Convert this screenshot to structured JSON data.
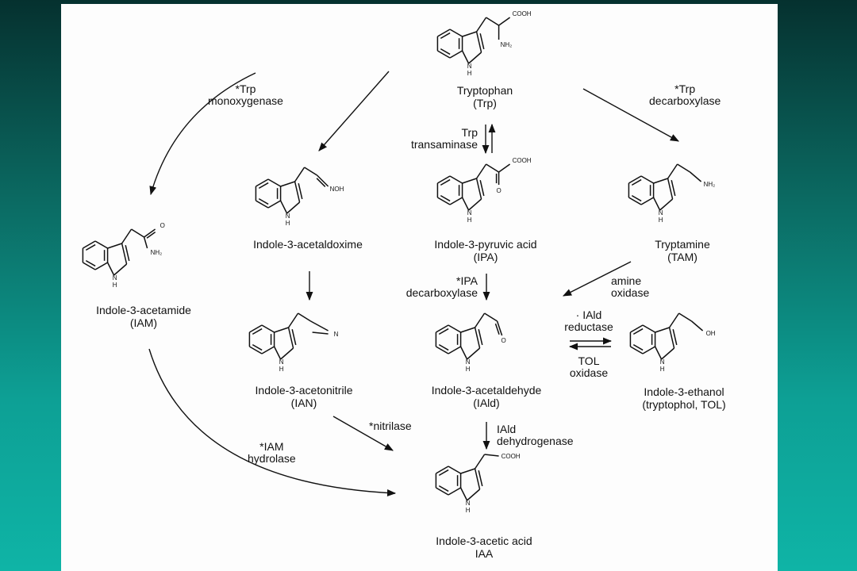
{
  "compounds": {
    "trp": {
      "name": "Tryptophan",
      "abbr": "(Trp)",
      "sub": "COOH",
      "sub2": "NH₂",
      "n": "N",
      "h": "H"
    },
    "iaox": {
      "name": "Indole-3-acetaldoxime",
      "abbr": "",
      "sub": "NOH",
      "n": "N",
      "h": "H"
    },
    "ipa": {
      "name": "Indole-3-pyruvic acid",
      "abbr": "(IPA)",
      "sub": "COOH",
      "sub2": "O",
      "n": "N",
      "h": "H"
    },
    "tam": {
      "name": "Tryptamine",
      "abbr": "(TAM)",
      "sub": "NH₂",
      "n": "N",
      "h": "H"
    },
    "iam": {
      "name": "Indole-3-acetamide",
      "abbr": "(IAM)",
      "sub": "O",
      "sub2": "NH₂",
      "n": "N",
      "h": "H"
    },
    "ian": {
      "name": "Indole-3-acetonitrile",
      "abbr": "(IAN)",
      "sub": "N",
      "n": "N",
      "h": "H"
    },
    "iald": {
      "name": "Indole-3-acetaldehyde",
      "abbr": "(IAld)",
      "sub": "O",
      "n": "N",
      "h": "H"
    },
    "tol": {
      "name": "Indole-3-ethanol",
      "abbr": "(tryptophol, TOL)",
      "sub": "OH",
      "n": "N",
      "h": "H"
    },
    "iaa": {
      "name": "Indole-3-acetic acid",
      "abbr": "IAA",
      "sub": "COOH",
      "n": "N",
      "h": "H"
    }
  },
  "enzymes": {
    "trp_monoxygenase": [
      "*Trp",
      "monoxygenase"
    ],
    "trp_decarboxylase": [
      "*Trp",
      "decarboxylase"
    ],
    "trp_transaminase": [
      "Trp",
      "transaminase"
    ],
    "amine_oxidase": [
      "amine",
      "oxidase"
    ],
    "ipa_decarboxylase": [
      "*IPA",
      "decarboxylase"
    ],
    "iald_reductase": [
      "· IAld",
      "reductase"
    ],
    "tol_oxidase": [
      "TOL",
      "oxidase"
    ],
    "nitrilase": [
      "*nitrilase"
    ],
    "iald_dehydrogenase": [
      "IAld",
      "dehydrogenase"
    ],
    "iam_hydrolase": [
      "*IAM",
      "hydrolase"
    ]
  },
  "colors": {
    "ink": "#111111",
    "paper": "#fdfdfd",
    "bg_top": "#05312f",
    "bg_bottom": "#0fb4a6"
  }
}
